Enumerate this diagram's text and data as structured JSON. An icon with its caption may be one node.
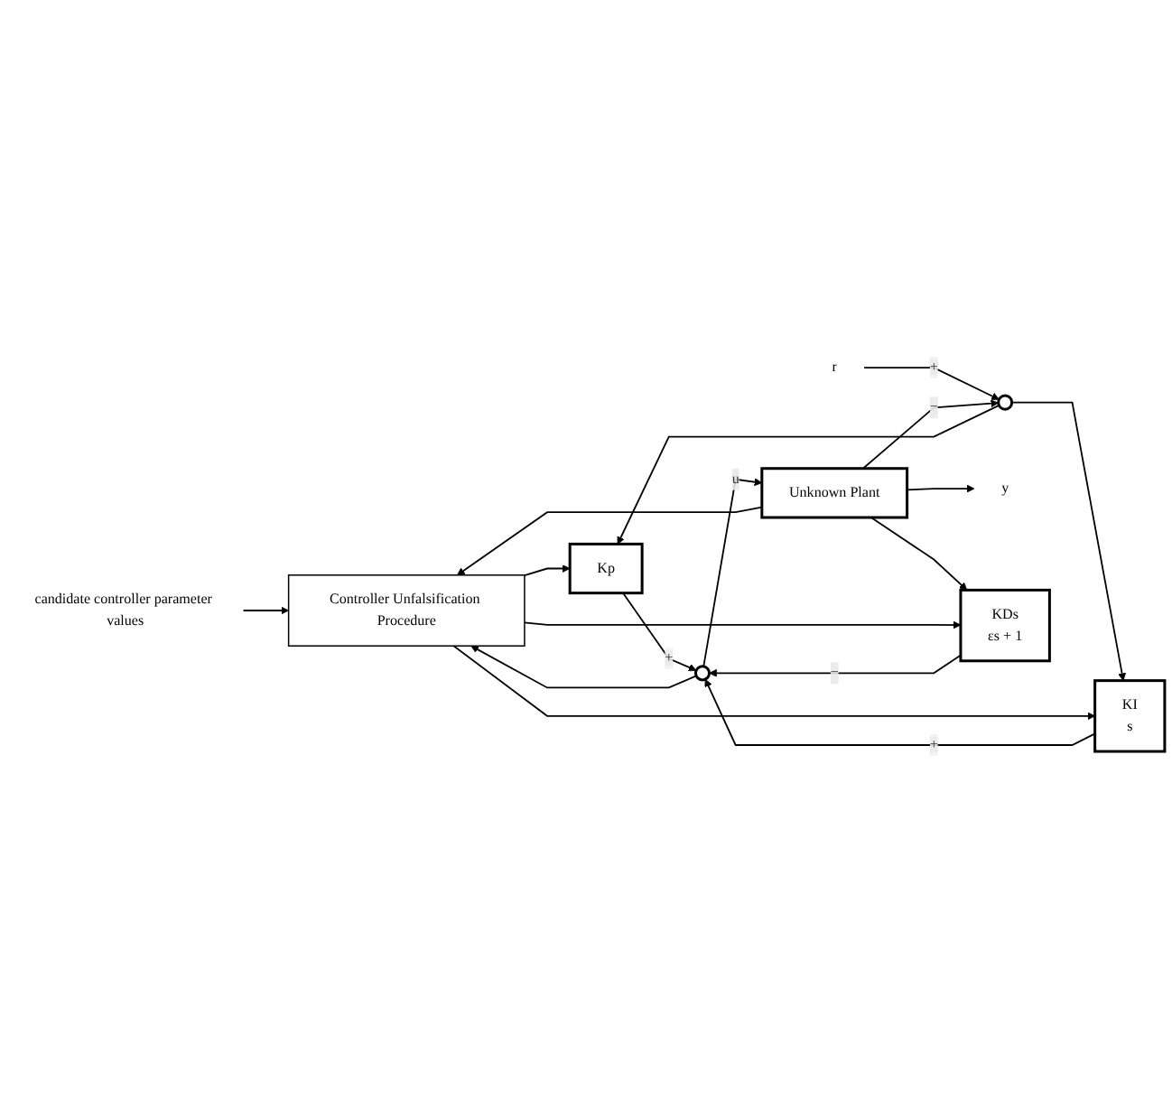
{
  "diagram": {
    "nodes": [
      {
        "text": [
          "candidate controller parameter values"
        ]
      },
      {
        "text": [
          "Controller Unfalsification Procedure"
        ]
      },
      {
        "text": [
          "r"
        ]
      },
      {
        "text": [],
        "shape": "circle"
      },
      {
        "text": [
          "Kp"
        ]
      },
      {
        "text": [
          "KI",
          "s"
        ]
      },
      {
        "text": [],
        "shape": "circle"
      },
      {
        "text": [
          "Unknown Plant"
        ]
      },
      {
        "text": [
          "y"
        ]
      },
      {
        "text": [
          "KDs",
          "εs + 1"
        ]
      }
    ],
    "edges": [
      {
        "from": 0,
        "to": 1,
        "arrow": "to"
      },
      {
        "from": 2,
        "to": 3,
        "arrow": "to",
        "label": "+"
      },
      {
        "from": 3,
        "to": 4,
        "arrow": "to"
      },
      {
        "from": 3,
        "to": 5,
        "arrow": "to"
      },
      {
        "from": 4,
        "to": 6,
        "arrow": "to",
        "label": "+"
      },
      {
        "from": 5,
        "to": 6,
        "arrow": "to",
        "label": "+"
      },
      {
        "from": 9,
        "to": 6,
        "arrow": "to",
        "label": "−"
      },
      {
        "from": 6,
        "to": 7,
        "arrow": "to",
        "label": "u"
      },
      {
        "from": 7,
        "to": 8,
        "arrow": "to"
      },
      {
        "from": 7,
        "to": 3,
        "arrow": "to",
        "label": "−"
      },
      {
        "from": 7,
        "to": 9,
        "arrow": "to"
      },
      {
        "from": 6,
        "to": 1,
        "arrow": "to"
      },
      {
        "from": 7,
        "to": 1,
        "arrow": "to"
      },
      {
        "from": 1,
        "to": 4,
        "arrow": "to"
      },
      {
        "from": 1,
        "to": 5,
        "arrow": "to"
      },
      {
        "from": 1,
        "to": 9,
        "arrow": "to"
      }
    ]
  }
}
